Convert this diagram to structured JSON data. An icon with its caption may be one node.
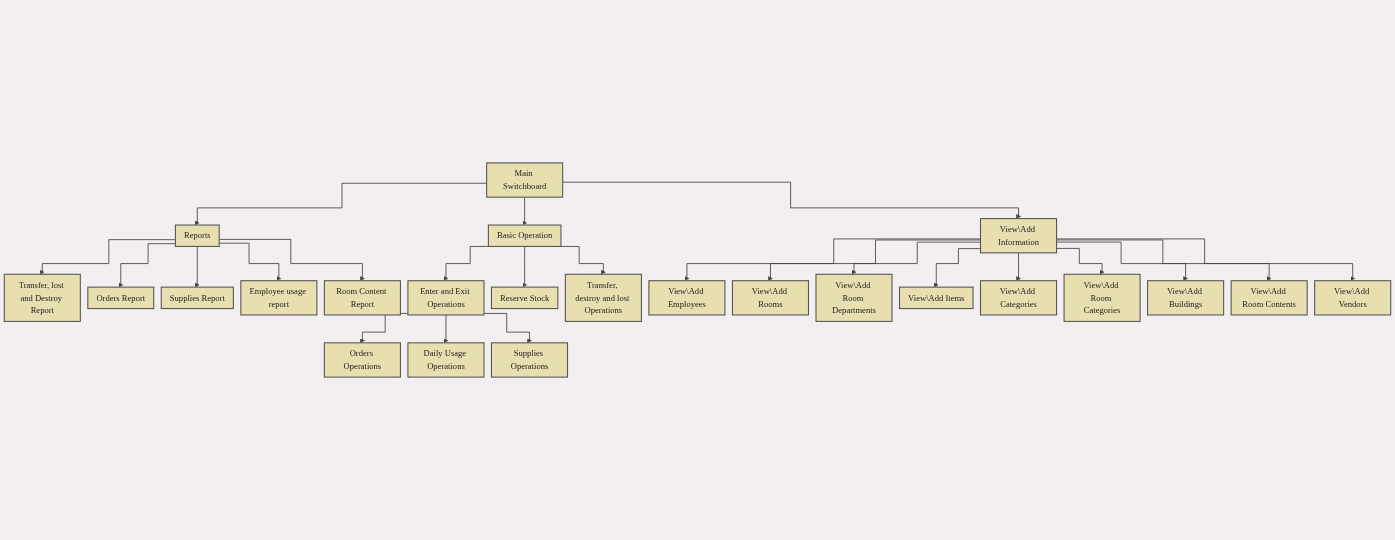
{
  "diagram": {
    "nodes": [
      {
        "text": [
          "Main Switchboard"
        ]
      },
      {
        "text": [
          "Basic Operation"
        ]
      },
      {
        "text": [
          "Reports"
        ]
      },
      {
        "text": [
          "Transfer, lost and Destroy Report"
        ]
      },
      {
        "text": [
          "Orders Report"
        ]
      },
      {
        "text": [
          "Supplies Report"
        ]
      },
      {
        "text": [
          "Employee usage report"
        ]
      },
      {
        "text": [
          "Room Content Report"
        ]
      },
      {
        "text": [
          "Enter and Exit Operations"
        ]
      },
      {
        "text": [
          "Reserve Stock"
        ]
      },
      {
        "text": [
          "Transfer, destroy and lost Operations"
        ]
      },
      {
        "text": [
          "View\\Add Information"
        ]
      },
      {
        "text": [
          "Orders Operations"
        ]
      },
      {
        "text": [
          "Daily Usage Operations"
        ]
      },
      {
        "text": [
          "Supplies Operations"
        ]
      },
      {
        "text": [
          "View\\Add Employees"
        ]
      },
      {
        "text": [
          "View\\Add Rooms"
        ]
      },
      {
        "text": [
          "View\\Add Room Departments"
        ]
      },
      {
        "text": [
          "View\\Add Items"
        ]
      },
      {
        "text": [
          "View\\Add Categories"
        ]
      },
      {
        "text": [
          "View\\Add Room Categories"
        ]
      },
      {
        "text": [
          "View\\Add Buildings"
        ]
      },
      {
        "text": [
          "View\\Add Room Contents"
        ]
      },
      {
        "text": [
          "View\\Add Vendors"
        ]
      }
    ],
    "edges": [
      {
        "from": 0,
        "to": 1,
        "arrow": "to"
      },
      {
        "from": 0,
        "to": 2,
        "arrow": "to"
      },
      {
        "from": 0,
        "to": 11,
        "arrow": "to"
      },
      {
        "from": 2,
        "to": 3,
        "arrow": "to"
      },
      {
        "from": 2,
        "to": 4,
        "arrow": "to"
      },
      {
        "from": 2,
        "to": 5,
        "arrow": "to"
      },
      {
        "from": 2,
        "to": 6,
        "arrow": "to"
      },
      {
        "from": 2,
        "to": 7,
        "arrow": "to"
      },
      {
        "from": 1,
        "to": 8,
        "arrow": "to"
      },
      {
        "from": 1,
        "to": 9,
        "arrow": "to"
      },
      {
        "from": 1,
        "to": 10,
        "arrow": "to"
      },
      {
        "from": 8,
        "to": 12,
        "arrow": "to"
      },
      {
        "from": 8,
        "to": 13,
        "arrow": "to"
      },
      {
        "from": 8,
        "to": 14,
        "arrow": "to"
      },
      {
        "from": 11,
        "to": 15,
        "arrow": "to"
      },
      {
        "from": 11,
        "to": 16,
        "arrow": "to"
      },
      {
        "from": 11,
        "to": 17,
        "arrow": "to"
      },
      {
        "from": 11,
        "to": 18,
        "arrow": "to"
      },
      {
        "from": 11,
        "to": 19,
        "arrow": "to"
      },
      {
        "from": 11,
        "to": 20,
        "arrow": "to"
      },
      {
        "from": 11,
        "to": 21,
        "arrow": "to"
      },
      {
        "from": 11,
        "to": 22,
        "arrow": "to"
      },
      {
        "from": 11,
        "to": 23,
        "arrow": "to"
      }
    ]
  }
}
